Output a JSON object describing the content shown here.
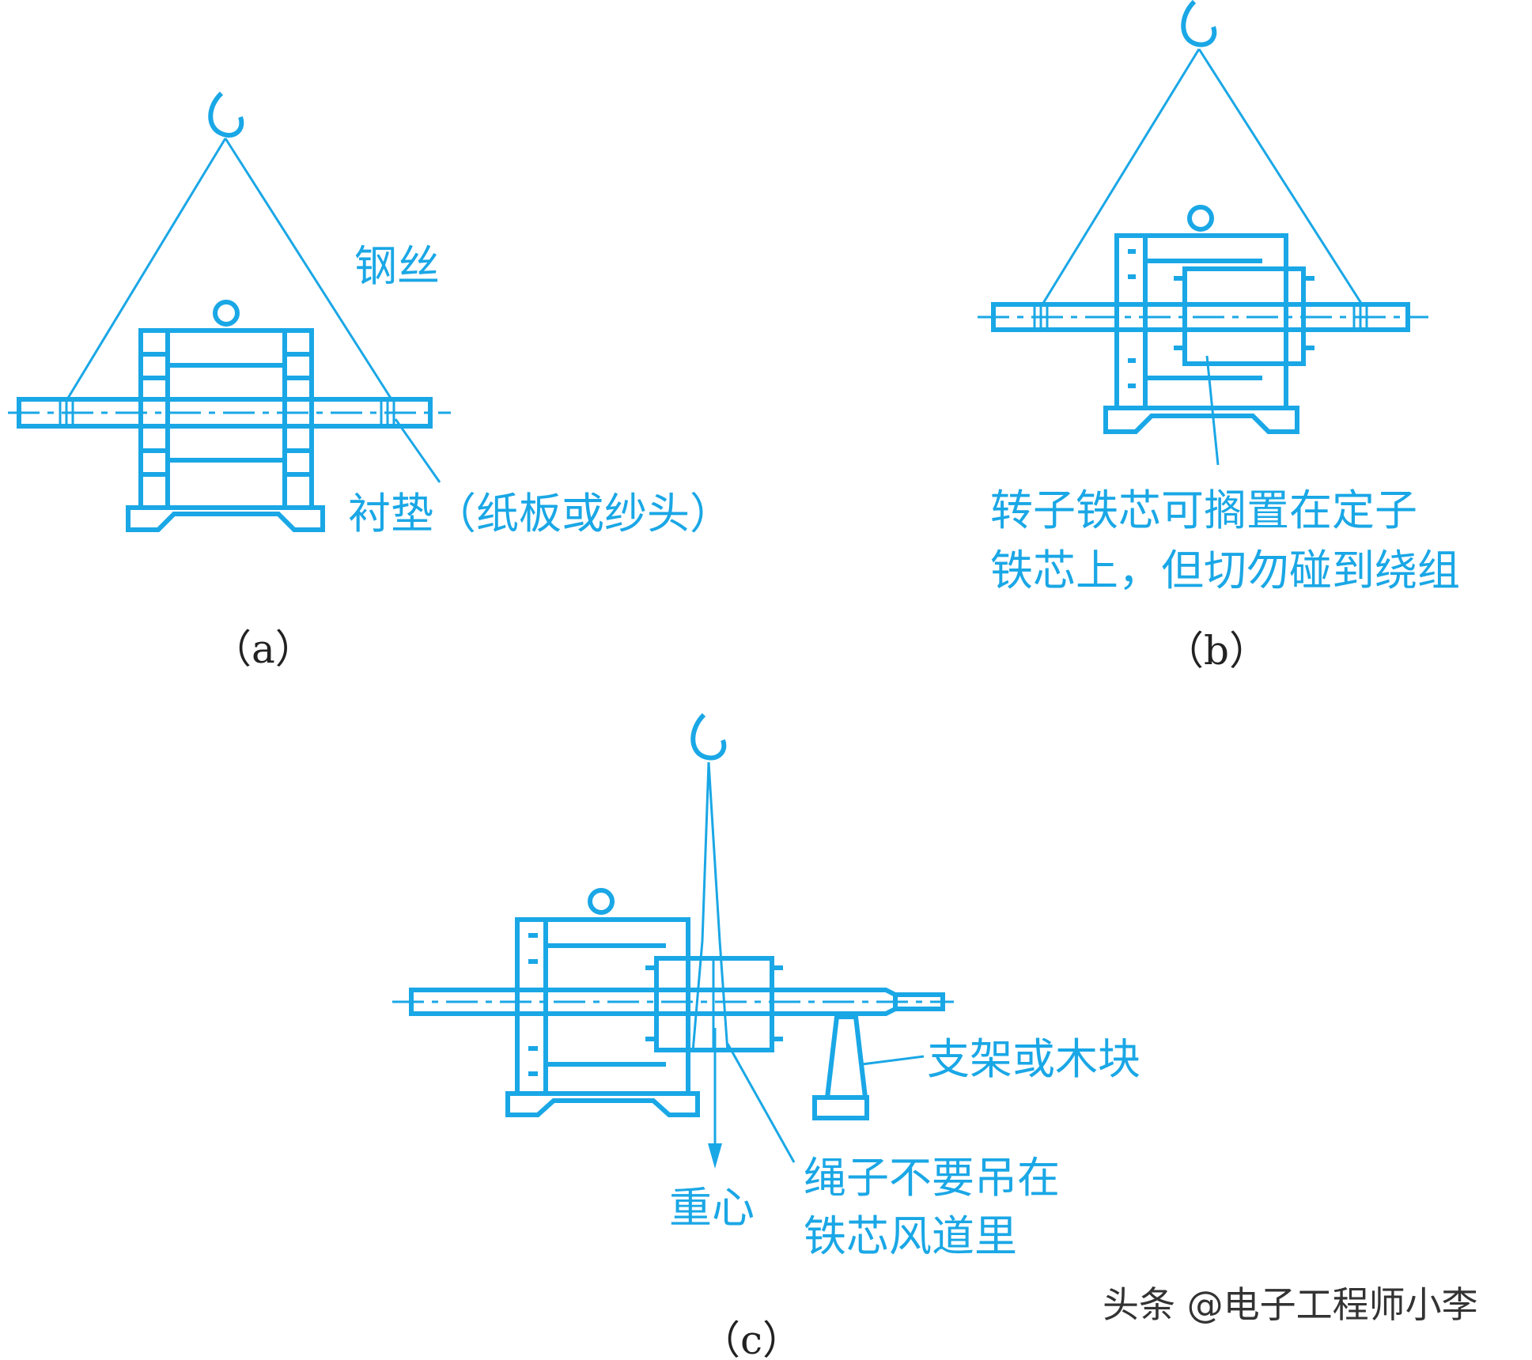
{
  "labels": {
    "wire": "钢丝",
    "pad": "衬垫（纸板或纱头）",
    "rotor_note_line1": "转子铁芯可搁置在定子",
    "rotor_note_line2": "铁芯上，但切勿碰到绕组",
    "support": "支架或木块",
    "center_of_gravity": "重心",
    "rope_note_line1": "绳子不要吊在",
    "rope_note_line2": "铁芯风道里"
  },
  "captions": {
    "a": "（a）",
    "b": "（b）",
    "c": "（c）"
  },
  "watermark": "头条 @电子工程师小李",
  "colors": {
    "line": "#1aa7e6",
    "caption": "#222222"
  }
}
